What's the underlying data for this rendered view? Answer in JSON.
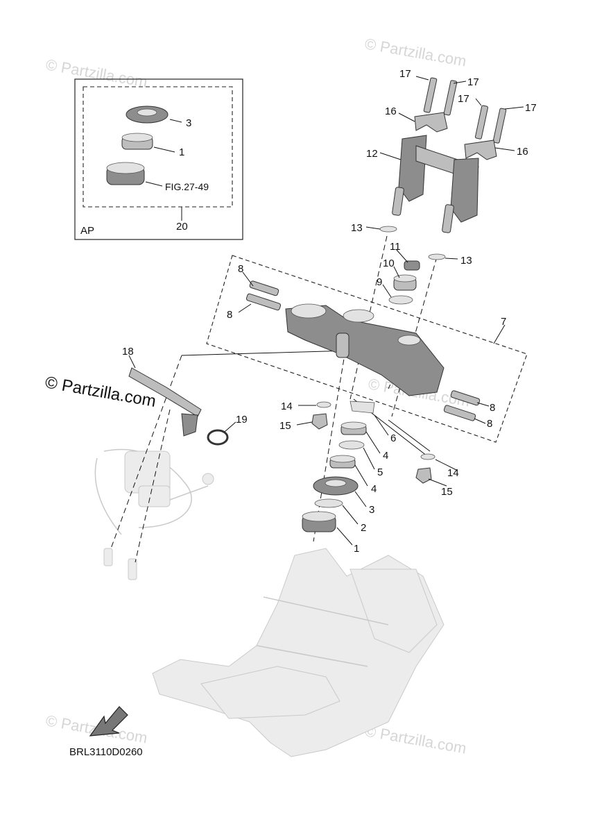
{
  "watermarks": {
    "faint": "© Partzilla.com",
    "strong": "© Partzilla.com"
  },
  "inset": {
    "label": "AP",
    "group_number": "20",
    "ref_text": "FIG.27-49",
    "part_a": "3",
    "part_b": "1"
  },
  "callouts": {
    "c17a": "17",
    "c17b": "17",
    "c17c": "17",
    "c17d": "17",
    "c16a": "16",
    "c16b": "16",
    "c12": "12",
    "c13a": "13",
    "c13b": "13",
    "c11": "11",
    "c10": "10",
    "c9": "9",
    "c8a": "8",
    "c8b": "8",
    "c8c": "8",
    "c8d": "8",
    "c7": "7",
    "c18": "18",
    "c19": "19",
    "c14a": "14",
    "c14b": "14",
    "c15a": "15",
    "c15b": "15",
    "c6": "6",
    "c4a": "4",
    "c5": "5",
    "c4b": "4",
    "c3": "3",
    "c2": "2",
    "c1": "1"
  },
  "diagram_code": "BRL3110D0260",
  "icons": {
    "direction": "front-arrow-icon"
  }
}
